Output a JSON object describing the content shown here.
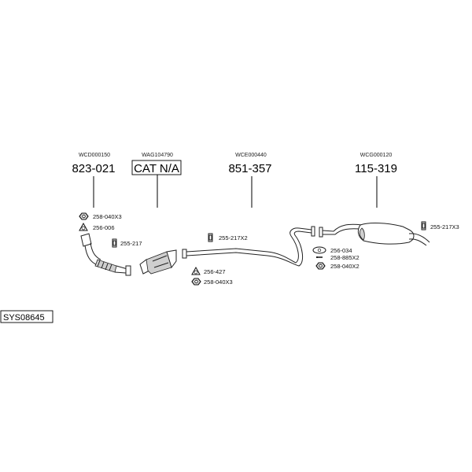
{
  "parts": [
    {
      "code": "WCD000150",
      "number": "823-021"
    },
    {
      "code": "WAG104790",
      "number": "CAT N/A"
    },
    {
      "code": "WCE000440",
      "number": "851-357"
    },
    {
      "code": "WCG000120",
      "number": "115-319"
    }
  ],
  "hardware": [
    {
      "label": "258-040X3",
      "icon": "nut-icon"
    },
    {
      "label": "256-006",
      "icon": "gasket-icon"
    },
    {
      "label": "255-217",
      "icon": "rubber-hanger-icon"
    },
    {
      "label": "255-217X2",
      "icon": "rubber-hanger-icon"
    },
    {
      "label": "256-427",
      "icon": "gasket-icon"
    },
    {
      "label": "258-040X3",
      "icon": "nut-icon"
    },
    {
      "label": "256-034",
      "icon": "gasket-icon"
    },
    {
      "label": "258-885X2",
      "icon": "bolt-icon"
    },
    {
      "label": "258-040X2",
      "icon": "nut-icon"
    },
    {
      "label": "255-217X3",
      "icon": "rubber-hanger-icon"
    }
  ],
  "system_code": "SYS08645"
}
